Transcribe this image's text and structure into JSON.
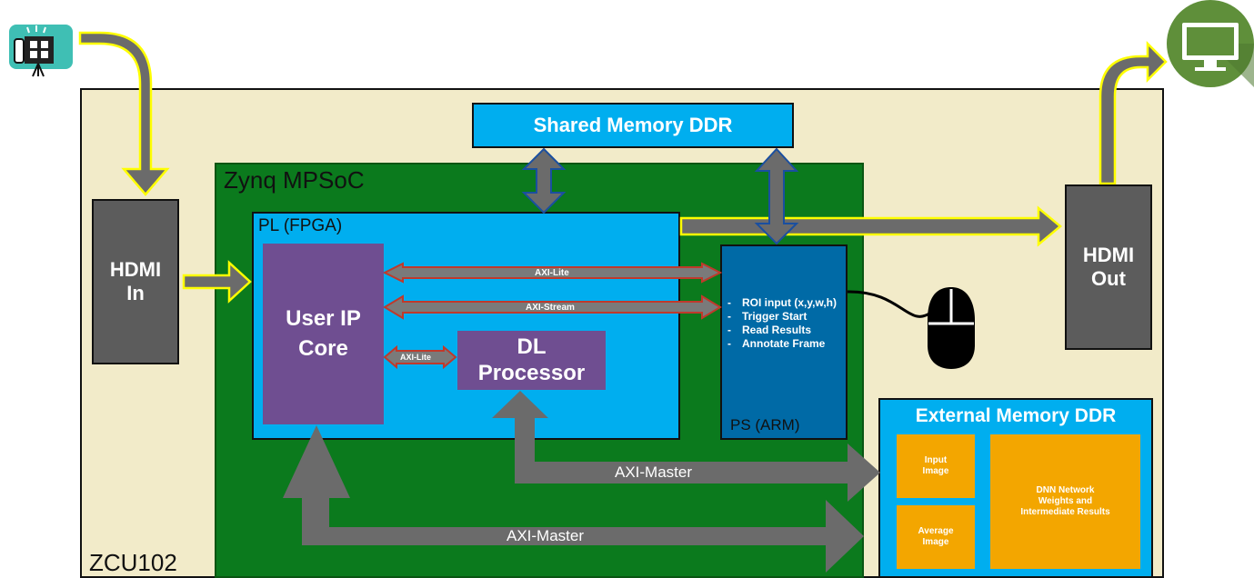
{
  "board": {
    "label": "ZCU102"
  },
  "zynq": {
    "label": "Zynq MPSoC"
  },
  "pl": {
    "label": "PL (FPGA)"
  },
  "user_ip": {
    "label": "User IP\nCore"
  },
  "dl_processor": {
    "label": "DL\nProcessor"
  },
  "ps": {
    "label": "PS (ARM)",
    "tasks": [
      "ROI input (x,y,w,h)",
      "Trigger Start",
      "Read Results",
      "Annotate Frame"
    ]
  },
  "shared_memory": {
    "label": "Shared Memory DDR"
  },
  "hdmi_in": {
    "label": "HDMI\nIn"
  },
  "hdmi_out": {
    "label": "HDMI\nOut"
  },
  "external_memory": {
    "title": "External Memory DDR",
    "input_image": "Input\nImage",
    "average_image": "Average\nImage",
    "dnn": "DNN Network\nWeights and\nIntermediate Results"
  },
  "buses": {
    "axi_lite_top": "AXI-Lite",
    "axi_stream": "AXI-Stream",
    "axi_lite_dl": "AXI-Lite",
    "axi_master_dl": "AXI-Master",
    "axi_master_user": "AXI-Master"
  },
  "icons": {
    "camera": "camera-icon",
    "monitor": "monitor-icon",
    "mouse": "mouse-icon"
  },
  "colors": {
    "board": "#f2ebc9",
    "zynq": "#0b7a1d",
    "pl": "#00aeef",
    "ip_core": "#6f4e91",
    "ps": "#006aa6",
    "memory_block": "#f3a600",
    "bus_arrow": "#6b6b6b",
    "bus_outline_red": "#c0392b",
    "video_path_outline": "#ffff00",
    "monitor_circle": "#5f8f3a",
    "camera_tile": "#3fbfb4"
  }
}
